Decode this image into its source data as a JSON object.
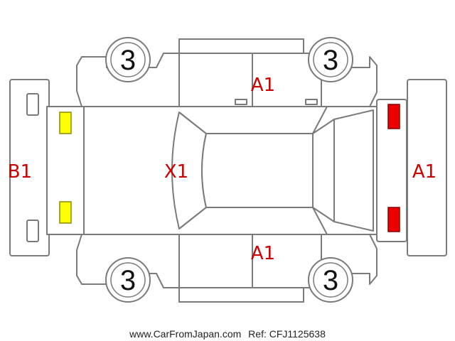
{
  "tires": {
    "front_left": "3",
    "front_right": "3",
    "rear_left": "3",
    "rear_right": "3"
  },
  "damage": {
    "roof": "X1",
    "door_top": "A1",
    "door_bottom": "A1",
    "front_bumper": "B1",
    "rear_bumper": "A1"
  },
  "colors": {
    "mark_text": "#cc0000",
    "front_lights": "#ffff00",
    "rear_lights": "#ee0000",
    "outline": "#7a7a7a"
  },
  "footer": {
    "site": "www.CarFromJapan.com",
    "ref": "Ref: CFJ1125638"
  }
}
